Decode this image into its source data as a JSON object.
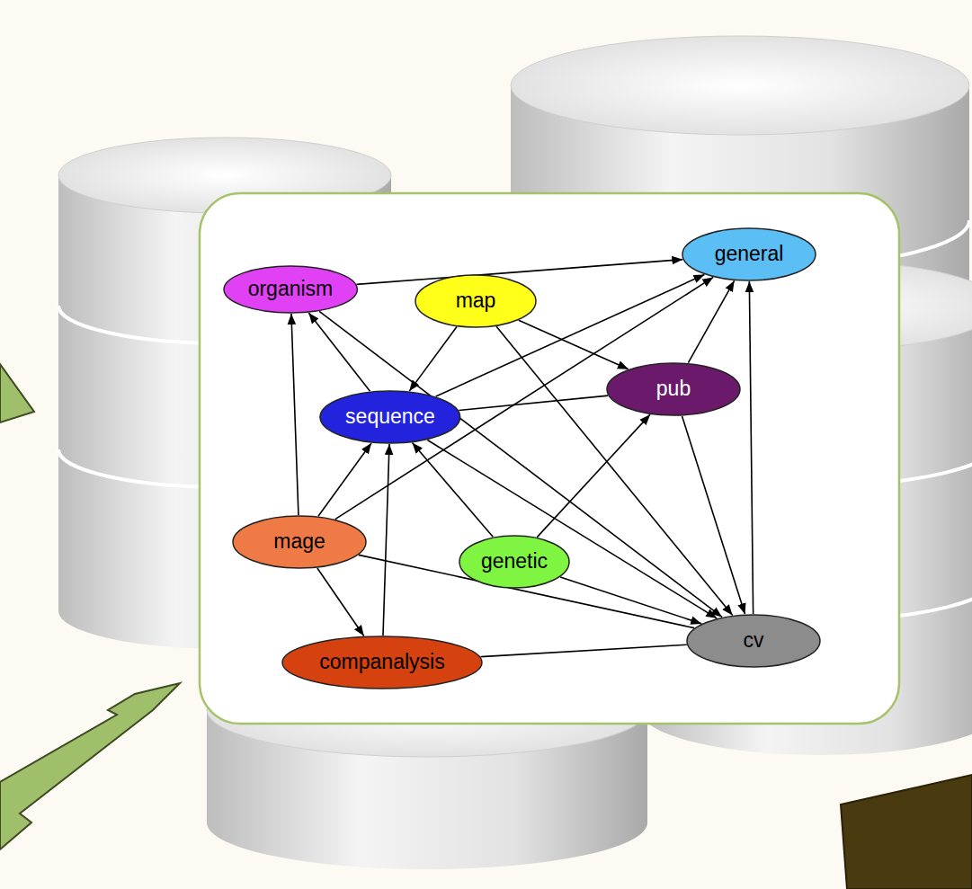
{
  "diagram": {
    "nodes": [
      {
        "text": [
          "general"
        ]
      },
      {
        "text": [
          "organism"
        ]
      },
      {
        "text": [
          "map"
        ]
      },
      {
        "text": [
          "pub"
        ]
      },
      {
        "text": [
          "sequence"
        ]
      },
      {
        "text": [
          "mage"
        ]
      },
      {
        "text": [
          "genetic"
        ]
      },
      {
        "text": [
          "cv"
        ]
      },
      {
        "text": [
          "companalysis"
        ]
      }
    ],
    "edges": [
      {
        "from": 1,
        "to": 0,
        "arrow": "to"
      },
      {
        "from": 1,
        "to": 7,
        "arrow": "to"
      },
      {
        "from": 2,
        "to": 4,
        "arrow": "to"
      },
      {
        "from": 2,
        "to": 3,
        "arrow": "to"
      },
      {
        "from": 2,
        "to": 7,
        "arrow": "to"
      },
      {
        "from": 4,
        "to": 1,
        "arrow": "to"
      },
      {
        "from": 4,
        "to": 0,
        "arrow": "to"
      },
      {
        "from": 4,
        "to": 7,
        "arrow": "to"
      },
      {
        "from": 4,
        "to": 3,
        "arrow": "none"
      },
      {
        "from": 5,
        "to": 1,
        "arrow": "to"
      },
      {
        "from": 5,
        "to": 4,
        "arrow": "to"
      },
      {
        "from": 5,
        "to": 0,
        "arrow": "to"
      },
      {
        "from": 5,
        "to": 8,
        "arrow": "to"
      },
      {
        "from": 5,
        "to": 7,
        "arrow": "none"
      },
      {
        "from": 8,
        "to": 4,
        "arrow": "to"
      },
      {
        "from": 8,
        "to": 7,
        "arrow": "none"
      },
      {
        "from": 6,
        "to": 4,
        "arrow": "to"
      },
      {
        "from": 6,
        "to": 3,
        "arrow": "to"
      },
      {
        "from": 6,
        "to": 7,
        "arrow": "to"
      },
      {
        "from": 3,
        "to": 0,
        "arrow": "to"
      },
      {
        "from": 3,
        "to": 7,
        "arrow": "to"
      },
      {
        "from": 7,
        "to": 0,
        "arrow": "to"
      }
    ]
  }
}
